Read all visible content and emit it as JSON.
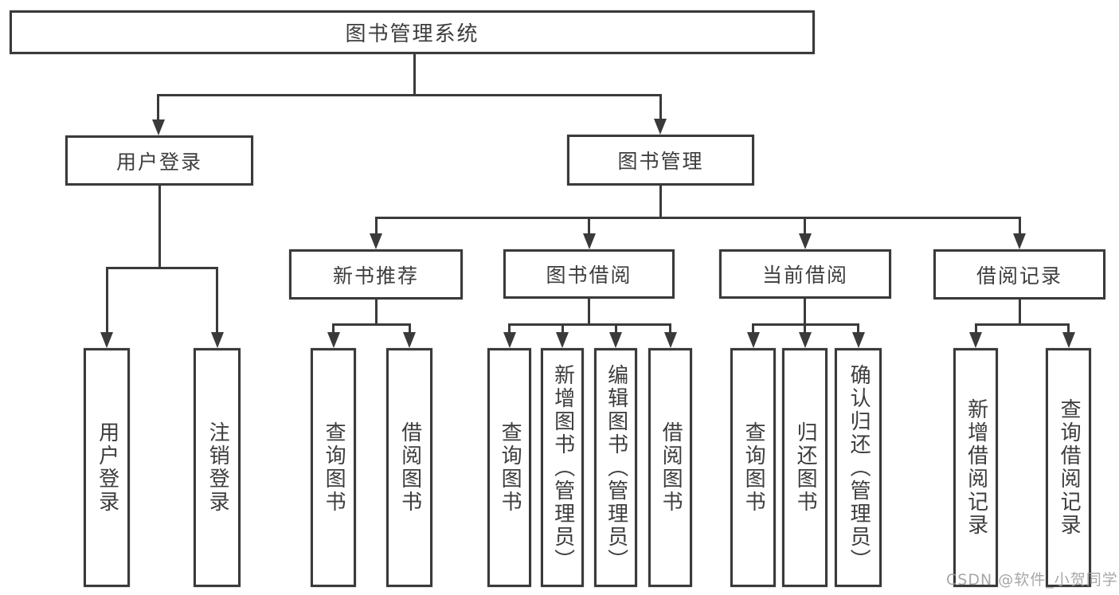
{
  "diagram": {
    "root": {
      "label": "图书管理系统"
    },
    "branches": [
      {
        "label": "用户登录",
        "children": [
          "用户登录",
          "注销登录"
        ]
      },
      {
        "label": "图书管理",
        "groups": [
          {
            "label": "新书推荐",
            "children": [
              "查询图书",
              "借阅图书"
            ]
          },
          {
            "label": "图书借阅",
            "children": [
              "查询图书",
              "新增图书（管理员）",
              "编辑图书（管理员）",
              "借阅图书"
            ]
          },
          {
            "label": "当前借阅",
            "children": [
              "查询图书",
              "归还图书",
              "确认归还（管理员）"
            ]
          },
          {
            "label": "借阅记录",
            "children": [
              "新增借阅记录",
              "查询借阅记录"
            ]
          }
        ]
      }
    ]
  },
  "watermark": {
    "text": "CSDN @软件_小贺同学"
  },
  "colors": {
    "line": "#3a3a3a",
    "text": "#3d3d3d",
    "background": "#ffffff",
    "watermark": "#9b9b9b"
  }
}
